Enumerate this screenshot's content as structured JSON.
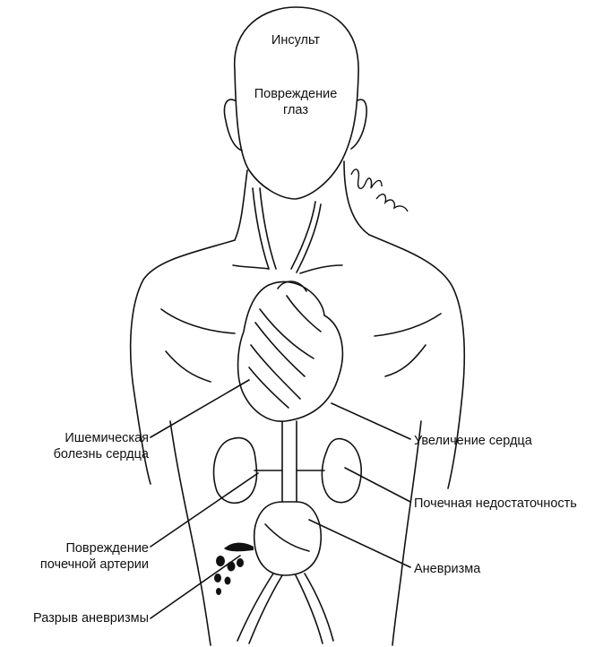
{
  "labels": {
    "stroke": "Инсульт",
    "eye_damage": [
      "Повреждение",
      "глаз"
    ],
    "ischemic": [
      "Ишемическая",
      "болезнь сердца"
    ],
    "heart_enlarge": "Увеличение сердца",
    "kidney_failure": "Почечная недостаточность",
    "renal_artery": [
      "Повреждение",
      "почечной артерии"
    ],
    "aneurysm": "Аневризма",
    "aneurysm_rupture": "Разрыв аневризмы"
  },
  "colors": {
    "ink": "#111111",
    "background": "#ffffff"
  }
}
